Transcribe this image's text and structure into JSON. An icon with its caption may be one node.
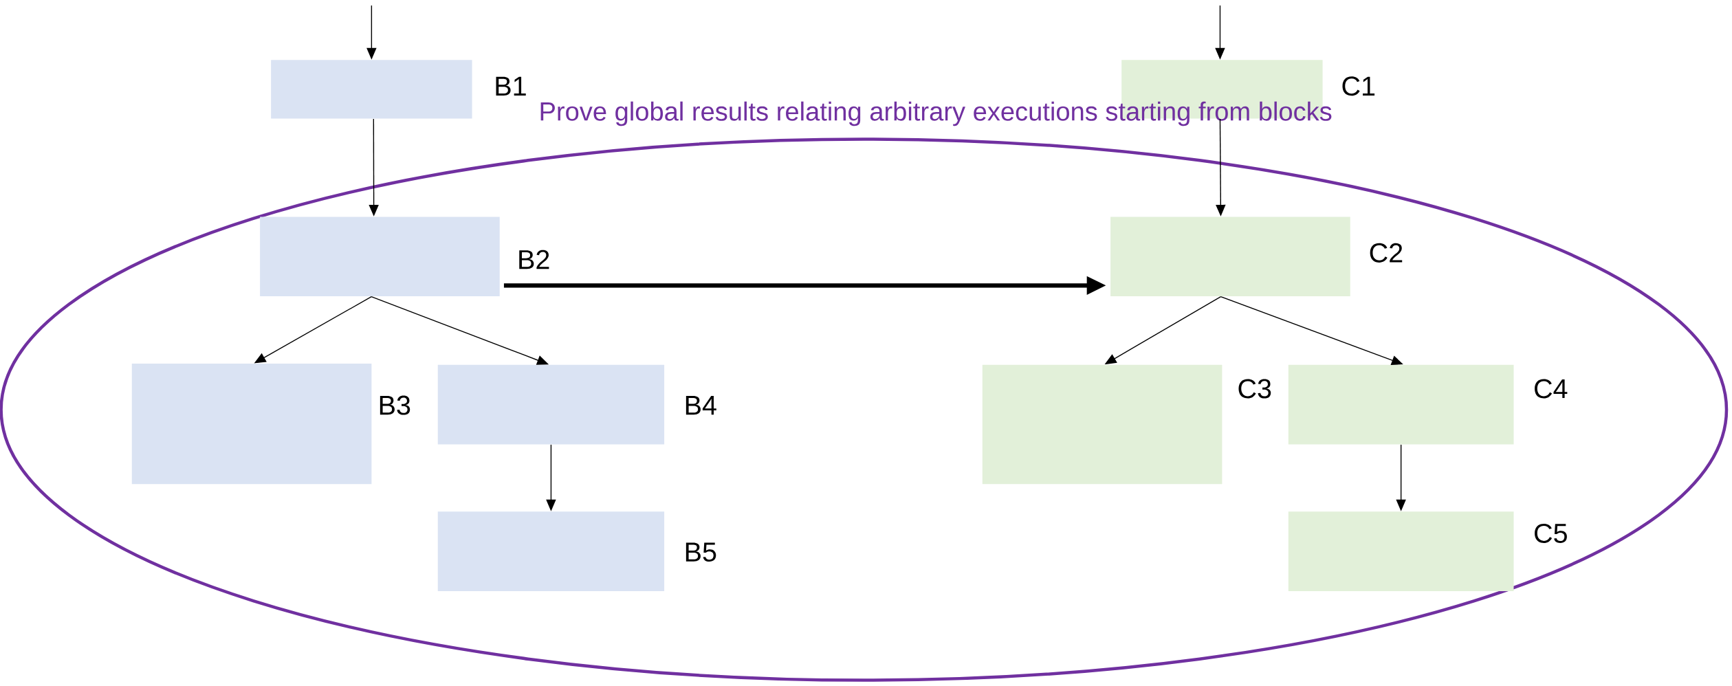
{
  "diagram": {
    "nodes": [
      {
        "text": [],
        "shape": "box",
        "beside": [
          "B1"
        ]
      },
      {
        "text": [],
        "shape": "box",
        "beside": [
          "C1"
        ]
      },
      {
        "text": [
          "Prove global results relating arbitrary executions starting from blocks"
        ]
      },
      {
        "text": [],
        "shape": "box",
        "beside": [
          "B2"
        ],
        "in": 2
      },
      {
        "text": [],
        "shape": "box",
        "beside": [
          "B3"
        ],
        "in": 2
      },
      {
        "text": [],
        "shape": "box",
        "beside": [
          "B4"
        ],
        "in": 2
      },
      {
        "text": [],
        "shape": "box",
        "beside": [
          "B5"
        ],
        "in": 2
      },
      {
        "text": [],
        "shape": "box",
        "beside": [
          "C2"
        ],
        "in": 2
      },
      {
        "text": [],
        "shape": "box",
        "beside": [
          "C3"
        ],
        "in": 2
      },
      {
        "text": [],
        "shape": "box",
        "beside": [
          "C4"
        ],
        "in": 2
      },
      {
        "text": [],
        "shape": "box",
        "beside": [
          "C5"
        ],
        "in": 2
      }
    ],
    "edges": [
      {
        "from": null,
        "to": 0,
        "arrow": "to"
      },
      {
        "from": null,
        "to": 1,
        "arrow": "to"
      },
      {
        "from": 0,
        "to": 3,
        "arrow": "to"
      },
      {
        "from": 3,
        "to": 4,
        "arrow": "to"
      },
      {
        "from": 3,
        "to": 5,
        "arrow": "to"
      },
      {
        "from": 5,
        "to": 6,
        "arrow": "to"
      },
      {
        "from": 1,
        "to": 7,
        "arrow": "to"
      },
      {
        "from": 7,
        "to": 8,
        "arrow": "to"
      },
      {
        "from": 7,
        "to": 9,
        "arrow": "to"
      },
      {
        "from": 9,
        "to": 10,
        "arrow": "to"
      },
      {
        "from": 3,
        "to": 7,
        "arrow": "to",
        "style": "thick"
      }
    ]
  }
}
